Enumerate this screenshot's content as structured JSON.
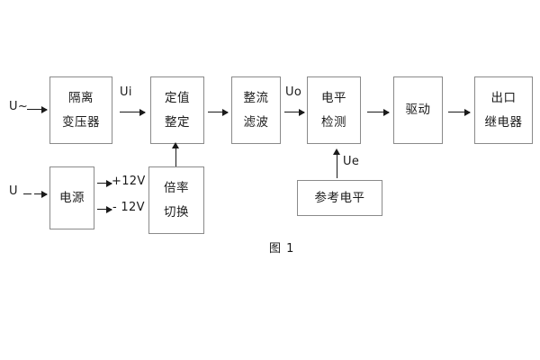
{
  "diagram": {
    "caption": "图 1",
    "blocks": [
      {
        "id": "isolation-transformer",
        "lines": [
          "隔离",
          "变压器"
        ]
      },
      {
        "id": "setting-value",
        "lines": [
          "定值",
          "整定"
        ]
      },
      {
        "id": "rectify-filter",
        "lines": [
          "整流",
          "滤波"
        ]
      },
      {
        "id": "level-detection",
        "lines": [
          "电平",
          "检测"
        ]
      },
      {
        "id": "drive",
        "lines": [
          "驱动"
        ]
      },
      {
        "id": "output-relay",
        "lines": [
          "出口",
          "继电器"
        ]
      },
      {
        "id": "power-supply",
        "lines": [
          "电源"
        ]
      },
      {
        "id": "multiplier-switch",
        "lines": [
          "倍率",
          "切换"
        ]
      },
      {
        "id": "reference-level",
        "lines": [
          "参考电平"
        ]
      }
    ],
    "signals": {
      "ac_input": "U~",
      "dc_input": "U",
      "ui": "Ui",
      "uo": "Uo",
      "ue": "Ue",
      "rail_positive": "+12V",
      "rail_negative": "- 12V"
    }
  }
}
